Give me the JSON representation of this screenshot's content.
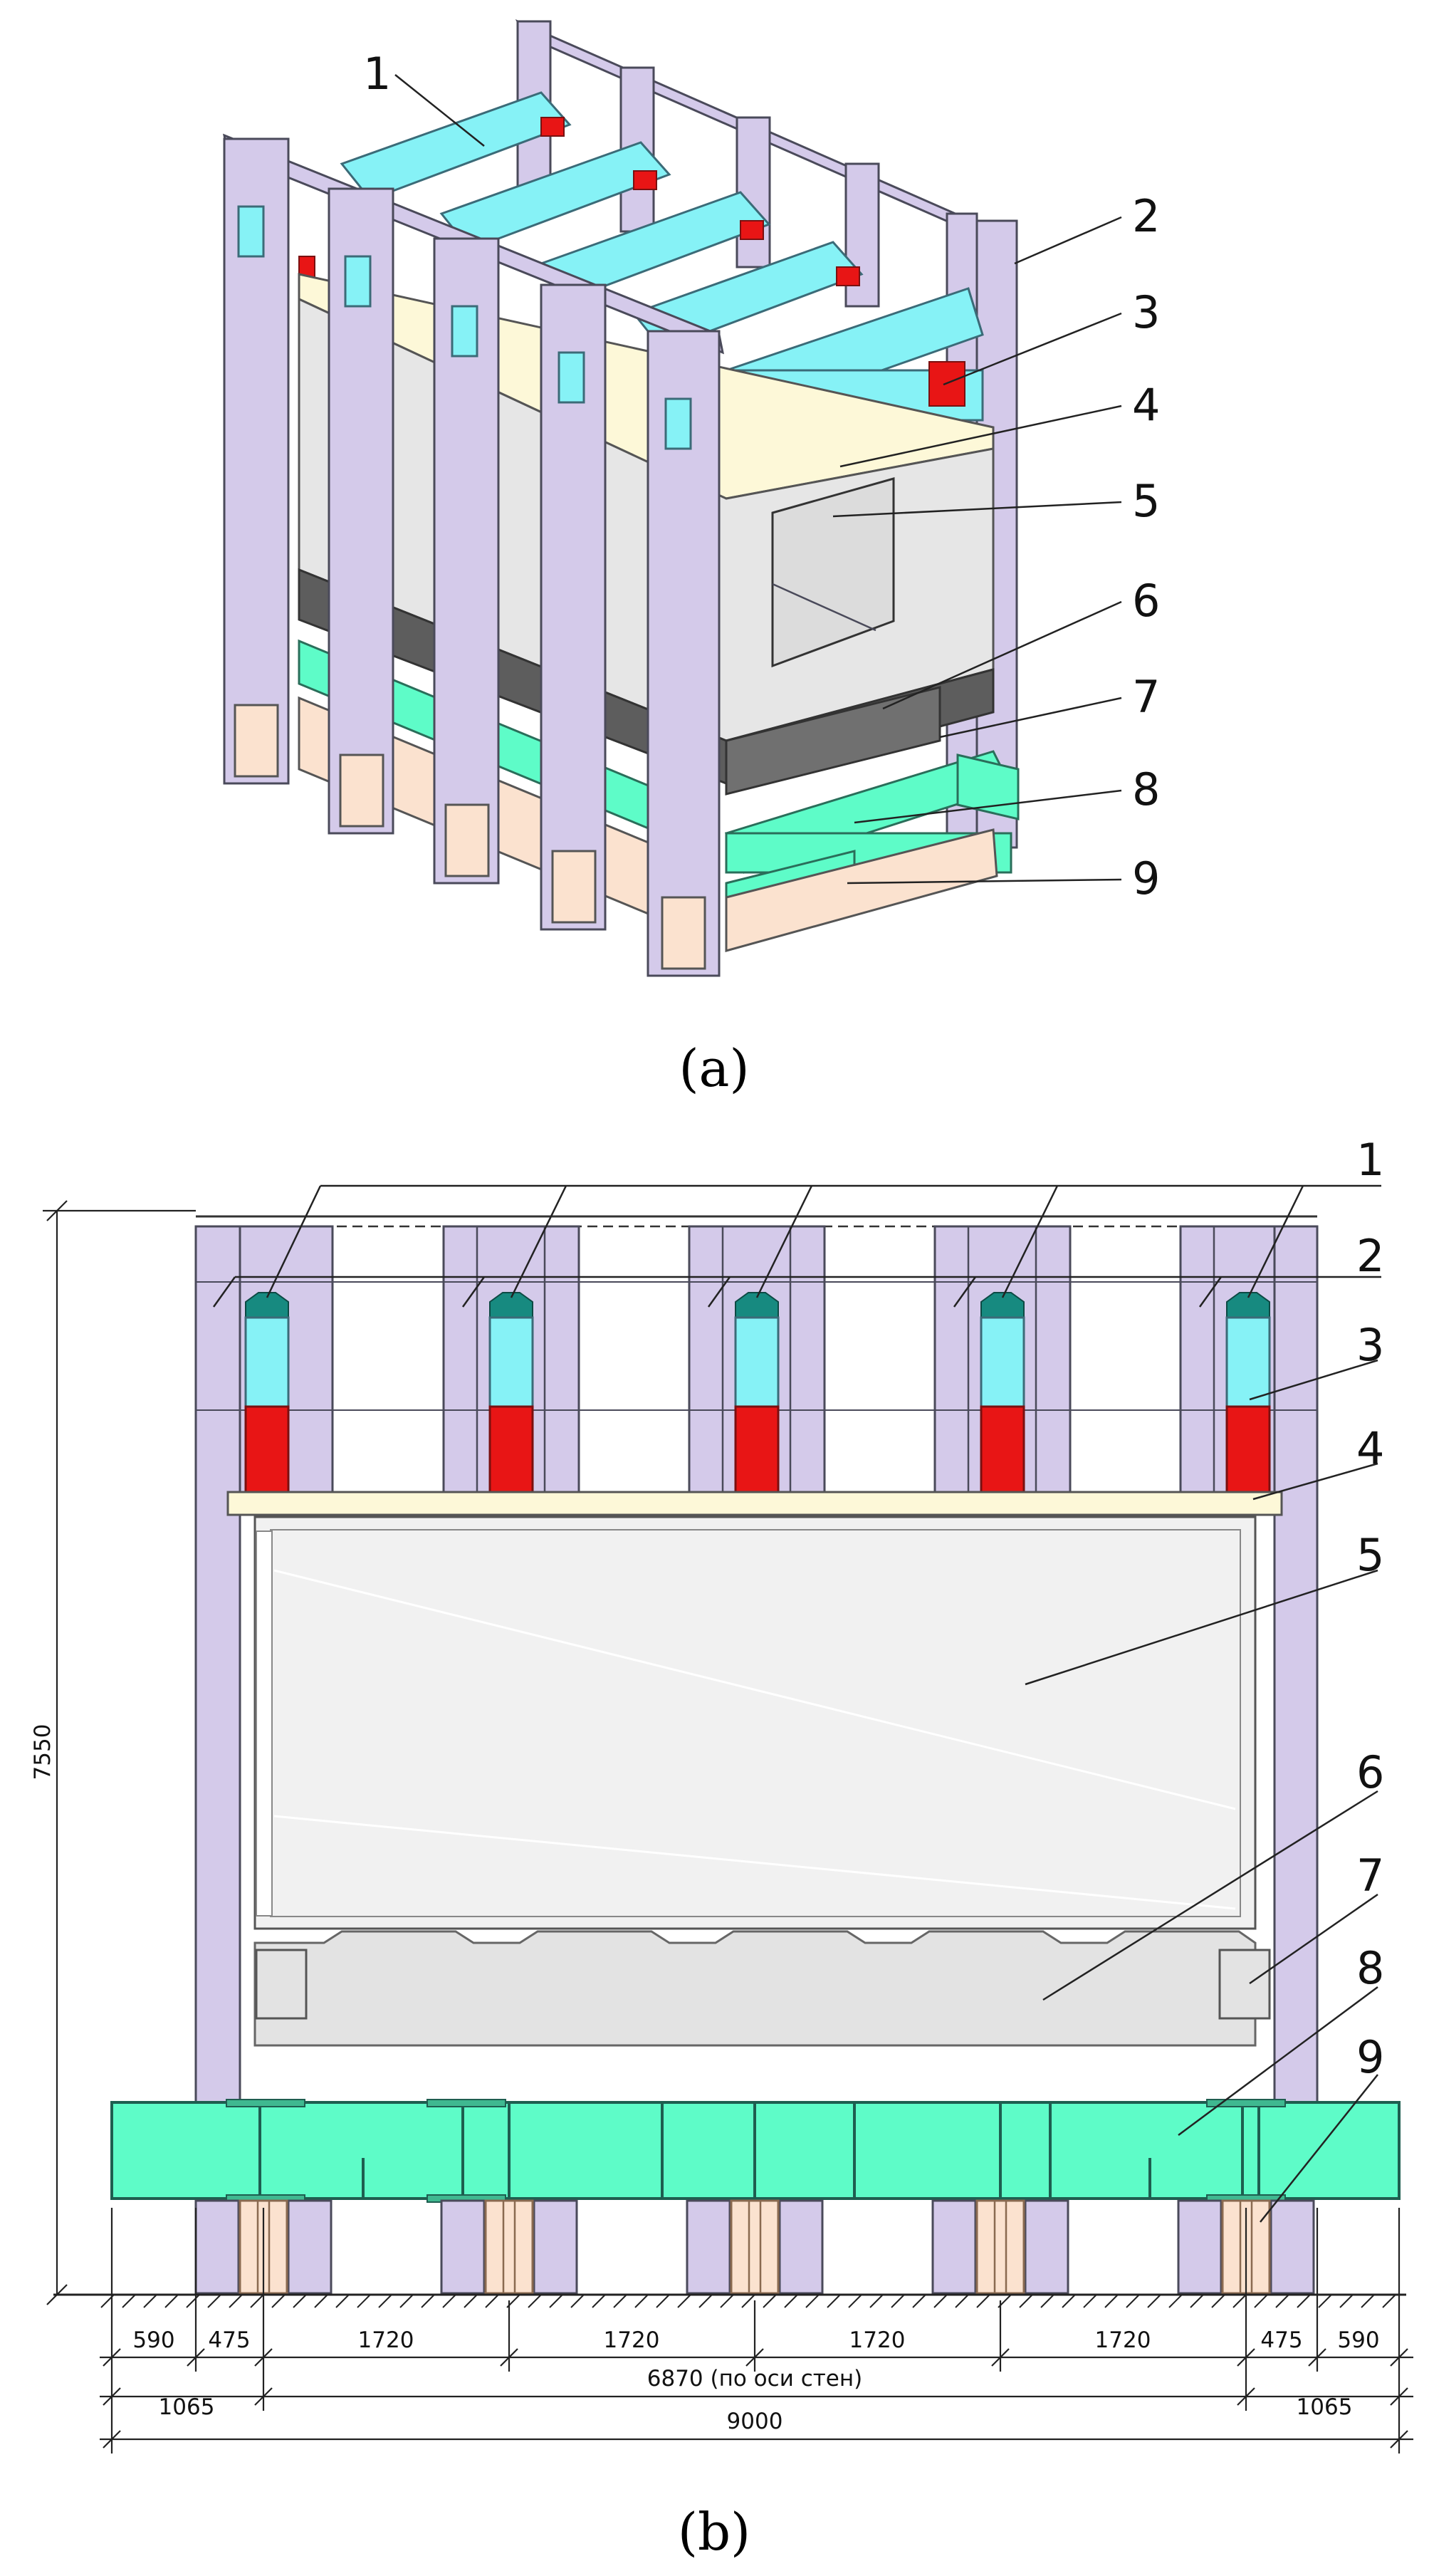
{
  "colors": {
    "frame_column": "#d4caea",
    "cyan_beam": "#86f2f6",
    "red_block": "#e81515",
    "cream_beam": "#fdf8d8",
    "panel": "#efefef",
    "dark_beam": "#5d5d5d",
    "green_beam": "#5efcc8",
    "peach_base": "#fbe2cf",
    "teal_jack": "#178a80"
  },
  "panel_a": {
    "caption": "(a)",
    "callouts": [
      "1",
      "2",
      "3",
      "4",
      "5",
      "6",
      "7",
      "8",
      "9"
    ]
  },
  "panel_b": {
    "caption": "(b)",
    "callouts": [
      "1",
      "2",
      "3",
      "4",
      "5",
      "6",
      "7",
      "8",
      "9"
    ],
    "height_dimension": "7550",
    "dimensions_row1": [
      "590",
      "475",
      "1720",
      "1720",
      "1720",
      "1720",
      "475",
      "590"
    ],
    "dimensions_row2": [
      "1065",
      "6870 (по оси стен)",
      "1065"
    ],
    "dimension_total": "9000"
  }
}
